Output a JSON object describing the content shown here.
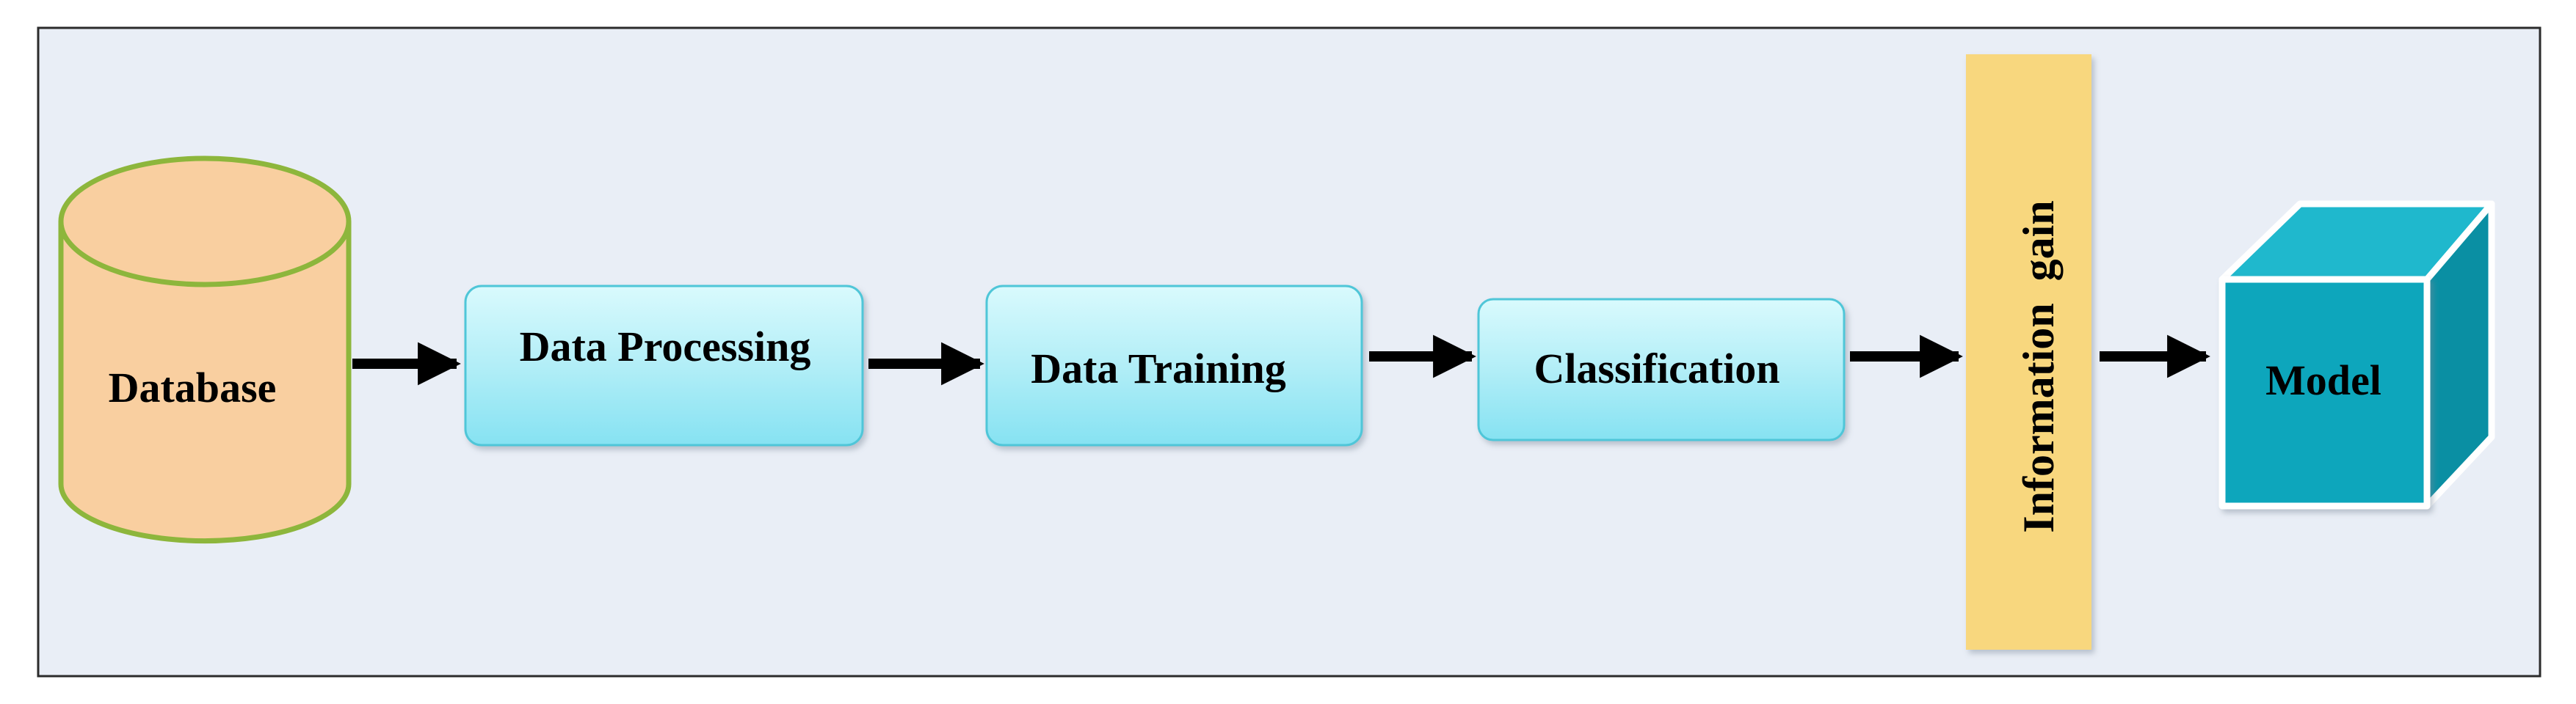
{
  "diagram": {
    "nodes": {
      "database": {
        "label": "Database",
        "shape": "cylinder",
        "color": "#F9CFA0",
        "stroke": "#8DB63C"
      },
      "data_processing": {
        "label": "Data Processing",
        "shape": "rounded-rectangle",
        "color": "#B8EFF6"
      },
      "data_training": {
        "label": "Data Training",
        "shape": "rounded-rectangle",
        "color": "#B8EFF6"
      },
      "classification": {
        "label": "Classification",
        "shape": "rounded-rectangle",
        "color": "#B8EFF6"
      },
      "information_gain": {
        "label": "Information  gain",
        "shape": "vertical-bar",
        "color": "#F8D77E"
      },
      "model": {
        "label": "Model",
        "shape": "cube",
        "color": "#1FB8CD"
      }
    },
    "edges": [
      {
        "from": "database",
        "to": "data_processing"
      },
      {
        "from": "data_processing",
        "to": "data_training"
      },
      {
        "from": "data_training",
        "to": "classification"
      },
      {
        "from": "classification",
        "to": "information_gain"
      },
      {
        "from": "information_gain",
        "to": "model"
      }
    ],
    "colors": {
      "background": "#E9EEF6",
      "frame": "#2B2B2B",
      "arrow": "#000000",
      "box_stroke": "#4FC6D8"
    }
  }
}
